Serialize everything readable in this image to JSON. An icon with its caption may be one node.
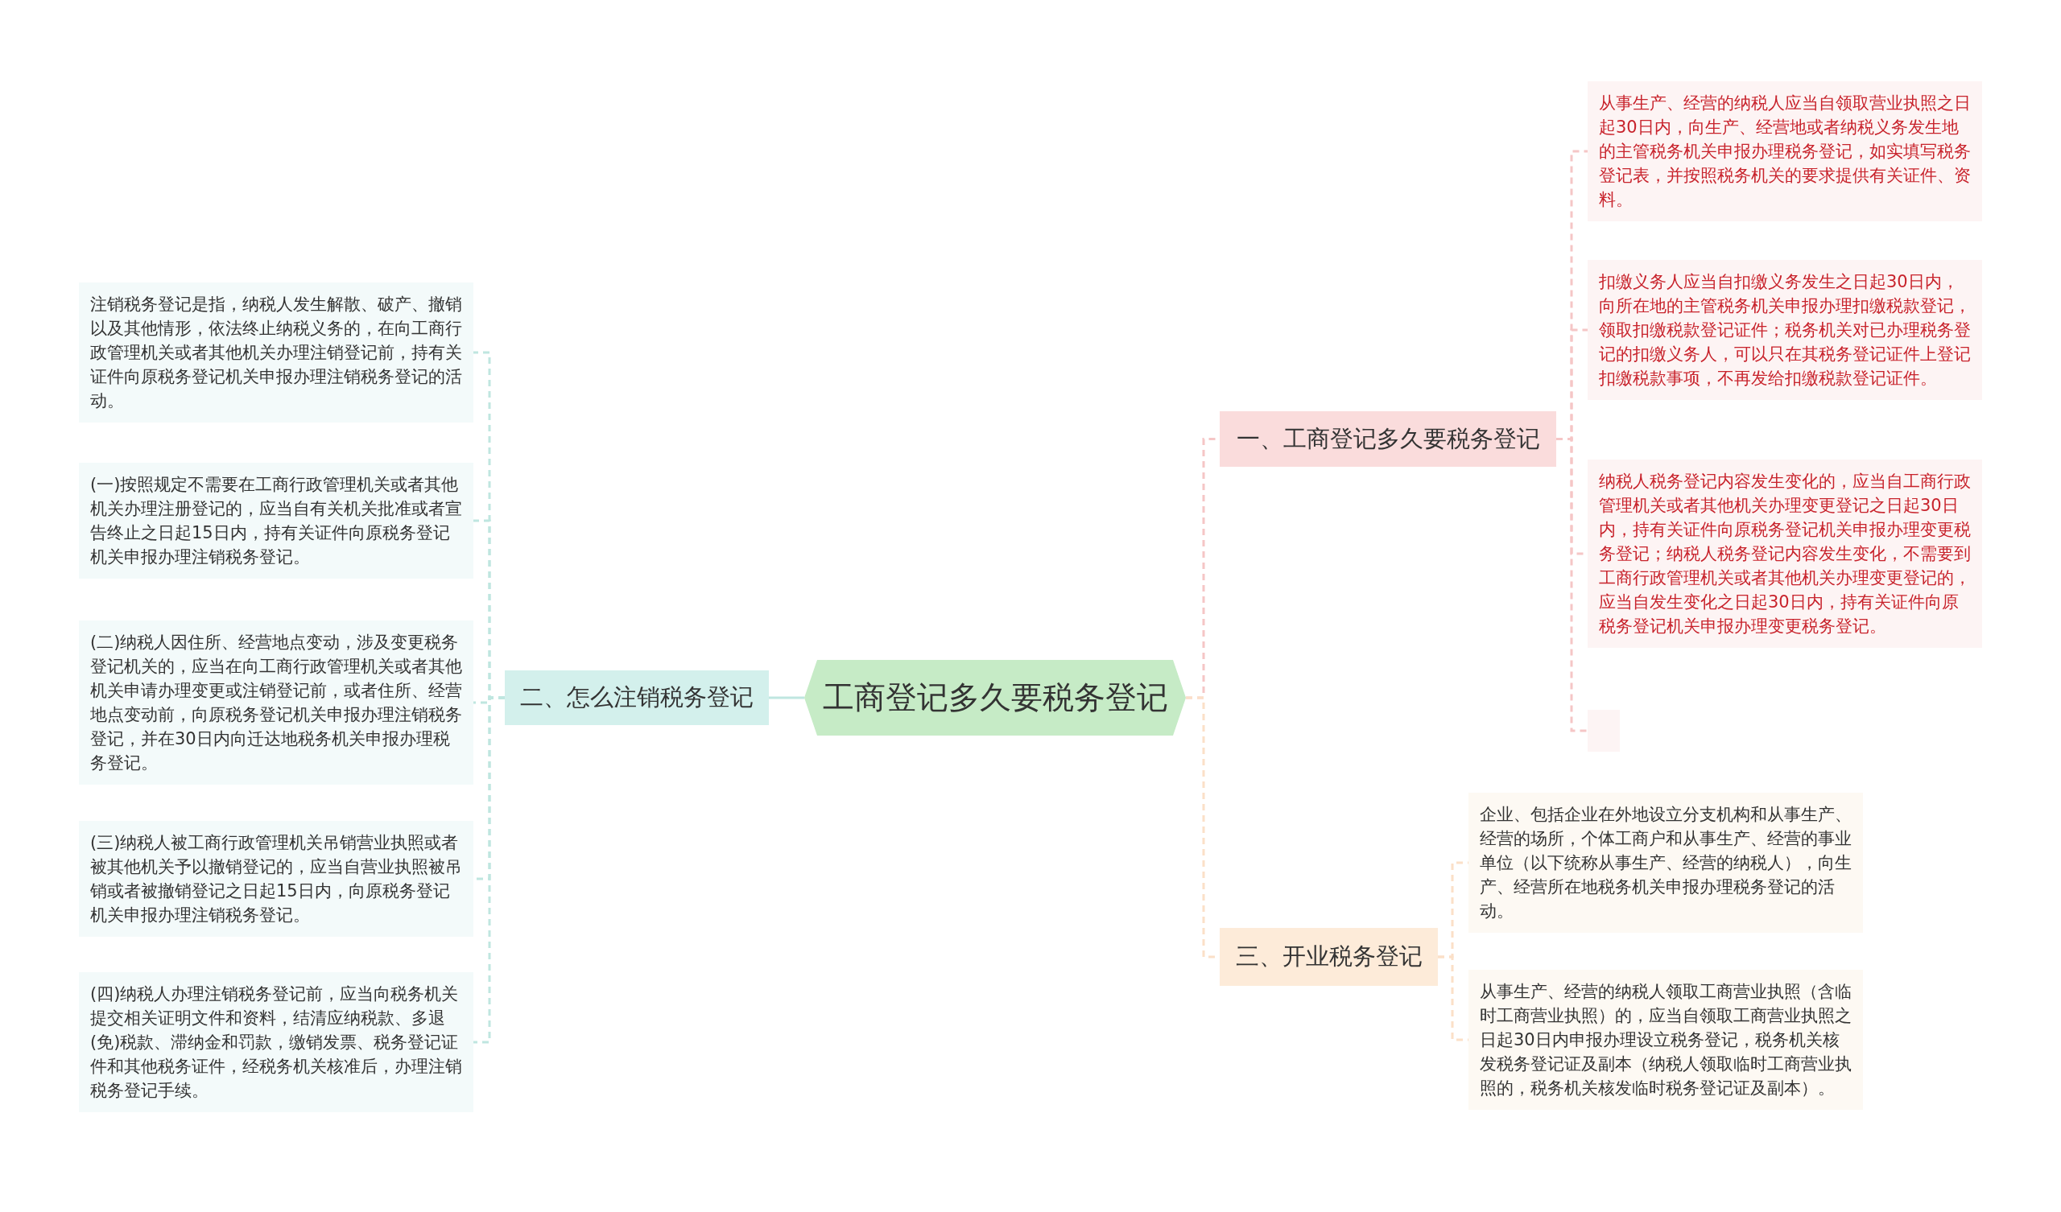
{
  "diagram": {
    "nodes": [
      {
        "text": [
          "工商登记多久要税务登记"
        ]
      },
      {
        "text": [
          "一、工商登记多久要税务登记"
        ]
      },
      {
        "text": [
          "从事生产、经营的纳税人应当自领取营业执照之日起30日内，向生产、经营地或者纳税义务发生地的主管税务机关申报办理税务登记，如实填写税务登记表，并按照税务机关的要求提供有关证件、资料。"
        ]
      },
      {
        "text": [
          "扣缴义务人应当自扣缴义务发生之日起30日内，向所在地的主管税务机关申报办理扣缴税款登记，领取扣缴税款登记证件；税务机关对已办理税务登记的扣缴义务人，可以只在其税务登记证件上登记扣缴税款事项，不再发给扣缴税款登记证件。"
        ]
      },
      {
        "text": [
          "纳税人税务登记内容发生变化的，应当自工商行政管理机关或者其他机关办理变更登记之日起30日内，持有关证件向原税务登记机关申报办理变更税务登记；纳税人税务登记内容发生变化，不需要到工商行政管理机关或者其他机关办理变更登记的，应当自发生变化之日起30日内，持有关证件向原税务登记机关申报办理变更税务登记。"
        ]
      },
      {
        "text": [],
        "shape": "box"
      },
      {
        "text": [
          "二、怎么注销税务登记"
        ]
      },
      {
        "text": [
          "注销税务登记是指，纳税人发生解散、破产、撤销以及其他情形，依法终止纳税义务的，在向工商行政管理机关或者其他机关办理注销登记前，持有关证件向原税务登记机关申报办理注销税务登记的活动。"
        ]
      },
      {
        "text": [
          "(一)按照规定不需要在工商行政管理机关或者其他机关办理注册登记的，应当自有关机关批准或者宣告终止之日起15日内，持有关证件向原税务登记机关申报办理注销税务登记。"
        ]
      },
      {
        "text": [
          "(二)纳税人因住所、经营地点变动，涉及变更税务登记机关的，应当在向工商行政管理机关或者其他机关申请办理变更或注销登记前，或者住所、经营地点变动前，向原税务登记机关申报办理注销税务登记，并在30日内向迁达地税务机关申报办理税务登记。"
        ]
      },
      {
        "text": [
          "(三)纳税人被工商行政管理机关吊销营业执照或者被其他机关予以撤销登记的，应当自营业执照被吊销或者被撤销登记之日起15日内，向原税务登记机关申报办理注销税务登记。"
        ]
      },
      {
        "text": [
          "(四)纳税人办理注销税务登记前，应当向税务机关提交相关证明文件和资料，结清应纳税款、多退(免)税款、滞纳金和罚款，缴销发票、税务登记证件和其他税务证件，经税务机关核准后，办理注销税务登记手续。"
        ]
      },
      {
        "text": [
          "三、开业税务登记"
        ]
      },
      {
        "text": [
          "企业、包括企业在外地设立分支机构和从事生产、经营的场所，个体工商户和从事生产、经营的事业单位（以下统称从事生产、经营的纳税人），向生产、经营所在地税务机关申报办理税务登记的活动。"
        ]
      },
      {
        "text": [
          "从事生产、经营的纳税人领取工商营业执照（含临时工商营业执照）的，应当自领取工商营业执照之日起30日内申报办理设立税务登记，税务机关核发税务登记证及副本（纳税人领取临时工商营业执照的，税务机关核发临时税务登记证及副本）。"
        ]
      }
    ],
    "edges": [
      {
        "from": 0,
        "to": 1,
        "arrow": "none",
        "style": "dashed",
        "color": "#f5c6c6"
      },
      {
        "from": 0,
        "to": 6,
        "arrow": "none"
      },
      {
        "from": 0,
        "to": 12,
        "arrow": "none",
        "style": "dashed",
        "color": "#fbe0c8"
      },
      {
        "from": 1,
        "to": 2,
        "arrow": "none",
        "style": "dashed",
        "color": "#f5c6c6"
      },
      {
        "from": 1,
        "to": 3,
        "arrow": "none",
        "style": "dashed",
        "color": "#f5c6c6"
      },
      {
        "from": 1,
        "to": 4,
        "arrow": "none",
        "style": "dashed",
        "color": "#f5c6c6"
      },
      {
        "from": 1,
        "to": 5,
        "arrow": "none",
        "style": "dashed",
        "color": "#f5c6c6"
      },
      {
        "from": 6,
        "to": 7,
        "arrow": "none",
        "style": "dashed"
      },
      {
        "from": 6,
        "to": 8,
        "arrow": "none",
        "style": "dashed"
      },
      {
        "from": 6,
        "to": 9,
        "arrow": "none",
        "style": "dashed"
      },
      {
        "from": 6,
        "to": 10,
        "arrow": "none",
        "style": "dashed"
      },
      {
        "from": 6,
        "to": 11,
        "arrow": "none",
        "style": "dashed"
      },
      {
        "from": 12,
        "to": 13,
        "arrow": "none",
        "style": "dashed",
        "color": "#fbe0c8"
      },
      {
        "from": 12,
        "to": 14,
        "arrow": "none",
        "style": "dashed",
        "color": "#fbe0c8"
      }
    ]
  }
}
